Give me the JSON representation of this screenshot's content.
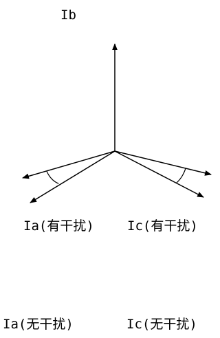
{
  "phasor_diagram": {
    "labels": {
      "ib": "Ib",
      "ia_with_interference": "Ia(有干扰)",
      "ic_with_interference": "Ic(有干扰)",
      "ia_without_interference": "Ia(无干扰)",
      "ic_without_interference": "Ic(无干扰)"
    },
    "colors": {
      "stroke": "#000000",
      "background": "#ffffff"
    }
  }
}
